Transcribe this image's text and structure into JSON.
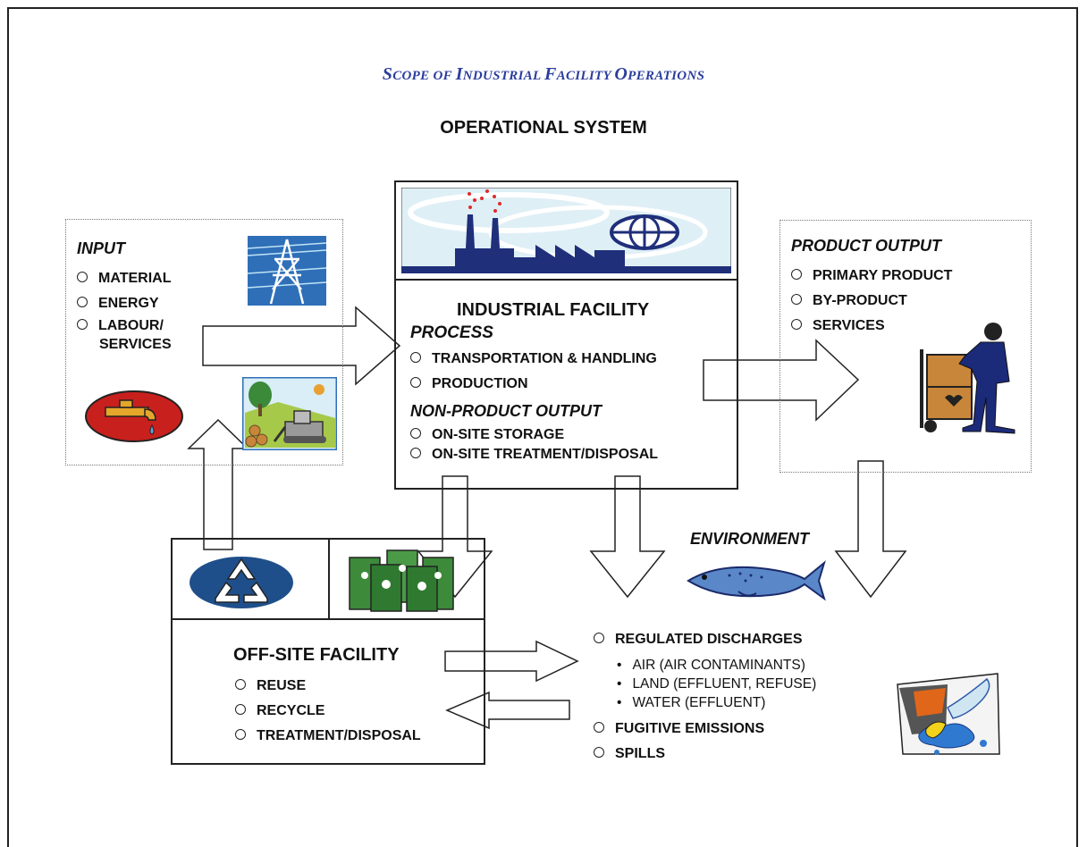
{
  "title": {
    "lead": "S",
    "text": "COPE OF ",
    "i": "I",
    "text2": "NDUSTRIAL ",
    "f": "F",
    "text3": "ACILITY ",
    "o": "O",
    "text4": "PERATIONS"
  },
  "subtitle": "OPERATIONAL SYSTEM",
  "input": {
    "heading": "INPUT",
    "items": [
      "MATERIAL",
      "ENERGY",
      "LABOUR/"
    ],
    "item_cont": "SERVICES"
  },
  "facility": {
    "heading": "INDUSTRIAL FACILITY",
    "process_heading": "PROCESS",
    "process_items": [
      "TRANSPORTATION & HANDLING",
      "PRODUCTION"
    ],
    "npo_heading": "NON-PRODUCT OUTPUT",
    "npo_items": [
      "ON-SITE STORAGE",
      "ON-SITE TREATMENT/DISPOSAL"
    ]
  },
  "product_output": {
    "heading": "PRODUCT OUTPUT",
    "items": [
      "PRIMARY PRODUCT",
      "BY-PRODUCT",
      "SERVICES"
    ]
  },
  "offsite": {
    "heading": "OFF-SITE FACILITY",
    "items": [
      "REUSE",
      "RECYCLE",
      "TREATMENT/DISPOSAL"
    ]
  },
  "environment": {
    "heading": "ENVIRONMENT",
    "regulated": "REGULATED DISCHARGES",
    "sub_items": [
      "AIR (AIR CONTAMINANTS)",
      "LAND (EFFLUENT, REFUSE)",
      "WATER (EFFLUENT)"
    ],
    "other_items": [
      "FUGITIVE EMISSIONS",
      "SPILLS"
    ]
  },
  "colors": {
    "title": "#2b3d9e",
    "factory": "#1f2f7a",
    "sky": "#dfeff6",
    "water": "#b8d6ef",
    "tap_red": "#c8201d",
    "drum_green": "#3c8a3a"
  },
  "icons": [
    "transmission-tower-icon",
    "water-tap-icon",
    "bulldozer-logging-icon",
    "factory-globe-icon",
    "delivery-worker-icon",
    "recycle-icon",
    "hazard-drums-icon",
    "fish-icon",
    "spill-icon"
  ]
}
